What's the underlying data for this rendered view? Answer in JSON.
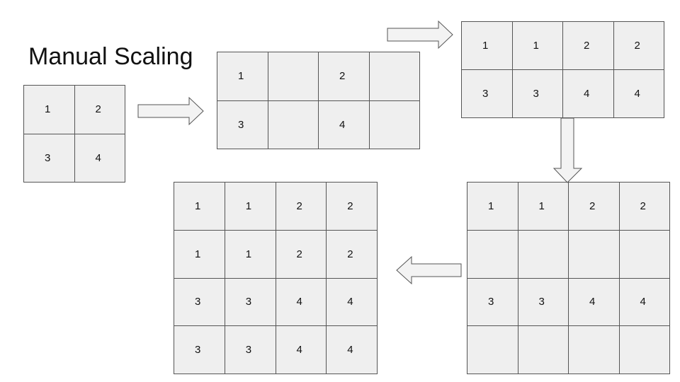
{
  "title": "Manual Scaling",
  "grids": [
    {
      "id": "g1",
      "name": "original-2x2-grid",
      "cells": [
        "1",
        "2",
        "3",
        "4"
      ]
    },
    {
      "id": "g2",
      "name": "horizontal-spread-grid",
      "cells": [
        "1",
        "",
        "2",
        "",
        "3",
        "",
        "4",
        ""
      ]
    },
    {
      "id": "g3",
      "name": "horizontal-filled-grid",
      "cells": [
        "1",
        "1",
        "2",
        "2",
        "3",
        "3",
        "4",
        "4"
      ]
    },
    {
      "id": "g4",
      "name": "vertical-spread-grid",
      "cells": [
        "1",
        "1",
        "2",
        "2",
        "",
        "",
        "",
        "",
        "3",
        "3",
        "4",
        "4",
        "",
        "",
        "",
        ""
      ]
    },
    {
      "id": "g5",
      "name": "final-4x4-grid",
      "cells": [
        "1",
        "1",
        "2",
        "2",
        "1",
        "1",
        "2",
        "2",
        "3",
        "3",
        "4",
        "4",
        "3",
        "3",
        "4",
        "4"
      ]
    }
  ],
  "arrows": [
    {
      "name": "arrow-right-1",
      "direction": "right"
    },
    {
      "name": "arrow-right-2",
      "direction": "right"
    },
    {
      "name": "arrow-down",
      "direction": "down"
    },
    {
      "name": "arrow-left",
      "direction": "left"
    }
  ]
}
